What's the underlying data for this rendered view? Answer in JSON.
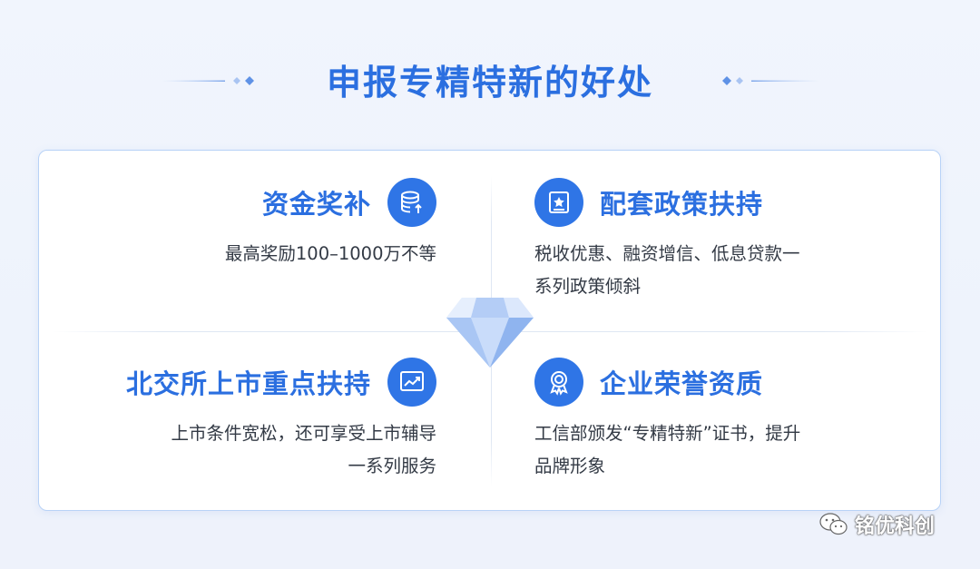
{
  "title": "申报专精特新的好处",
  "quadrants": {
    "top_left": {
      "title": "资金奖补",
      "icon": "coin-stack-icon",
      "lines": [
        "最高奖励100–1000万不等"
      ]
    },
    "top_right": {
      "title": "配套政策扶持",
      "icon": "policy-document-icon",
      "lines": [
        "税收优惠、融资增信、低息贷款一",
        "系列政策倾斜"
      ]
    },
    "bottom_left": {
      "title": "北交所上市重点扶持",
      "icon": "growth-chart-icon",
      "lines": [
        "上市条件宽松，还可享受上市辅导",
        "一系列服务"
      ]
    },
    "bottom_right": {
      "title": "企业荣誉资质",
      "icon": "award-medal-icon",
      "lines": [
        "工信部颁发“专精特新”证书，提升",
        "品牌形象"
      ]
    }
  },
  "watermark": "铭优科创",
  "colors": {
    "accent": "#2b6fe0",
    "icon_bg": "#2f75e6",
    "text": "#333a45",
    "card_border": "#b8d2f7"
  }
}
